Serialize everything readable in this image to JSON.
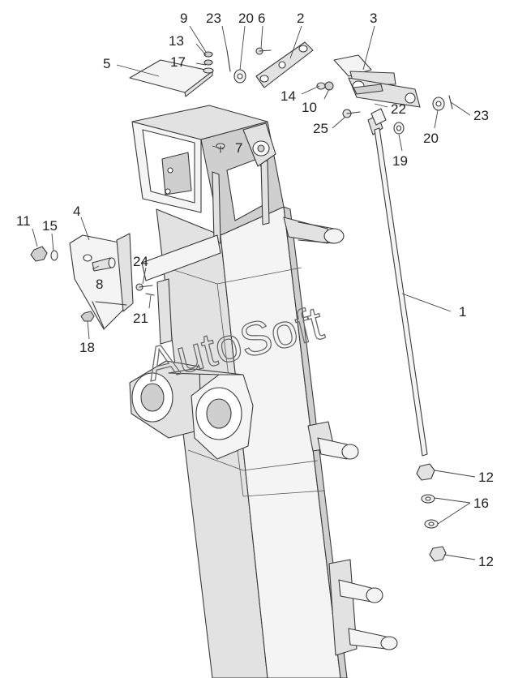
{
  "watermark": "AutoSoft",
  "callouts": [
    {
      "id": "c1",
      "label": "1"
    },
    {
      "id": "c2",
      "label": "2"
    },
    {
      "id": "c3",
      "label": "3"
    },
    {
      "id": "c4",
      "label": "4"
    },
    {
      "id": "c5",
      "label": "5"
    },
    {
      "id": "c6",
      "label": "6"
    },
    {
      "id": "c7",
      "label": "7"
    },
    {
      "id": "c8",
      "label": "8"
    },
    {
      "id": "c9",
      "label": "9"
    },
    {
      "id": "c10",
      "label": "10"
    },
    {
      "id": "c11",
      "label": "11"
    },
    {
      "id": "c12a",
      "label": "12"
    },
    {
      "id": "c12b",
      "label": "12"
    },
    {
      "id": "c13",
      "label": "13"
    },
    {
      "id": "c14",
      "label": "14"
    },
    {
      "id": "c15",
      "label": "15"
    },
    {
      "id": "c16",
      "label": "16"
    },
    {
      "id": "c17",
      "label": "17"
    },
    {
      "id": "c18",
      "label": "18"
    },
    {
      "id": "c19",
      "label": "19"
    },
    {
      "id": "c20a",
      "label": "20"
    },
    {
      "id": "c20b",
      "label": "20"
    },
    {
      "id": "c21",
      "label": "21"
    },
    {
      "id": "c22",
      "label": "22"
    },
    {
      "id": "c23a",
      "label": "23"
    },
    {
      "id": "c23b",
      "label": "23"
    },
    {
      "id": "c24",
      "label": "24"
    },
    {
      "id": "c25",
      "label": "25"
    }
  ]
}
